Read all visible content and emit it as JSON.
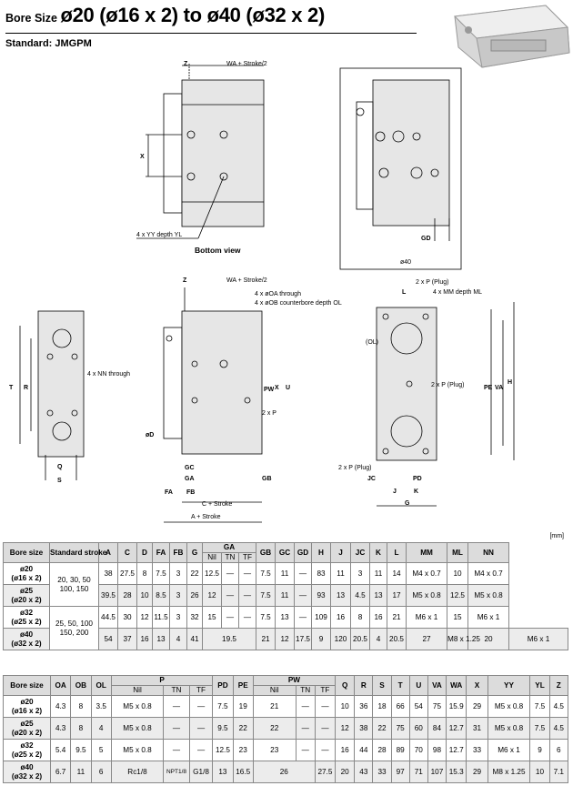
{
  "header": {
    "prefix": "Bore Size ",
    "title": "ø20 (ø16 x 2) to ø40 (ø32 x 2)",
    "standard": "Standard: JMGPM"
  },
  "drawing_labels": {
    "bottom_view": "Bottom view",
    "d40": "ø40",
    "Z": "Z",
    "WA_stroke": "WA + Stroke/2",
    "X": "X",
    "YY_label": "4 x YY depth YL",
    "GD": "GD",
    "OA_label": "4 x øOA through",
    "OB_label": "4 x øOB counterbore depth OL",
    "NN_label": "4 x NN through",
    "T": "T",
    "R": "R",
    "Q": "Q",
    "S": "S",
    "PW": "PW",
    "U": "U",
    "P_label": "2 x P",
    "D": "øD",
    "GC": "GC",
    "GA": "GA",
    "GB": "GB",
    "FA": "FA",
    "FB": "FB",
    "C_stroke": "C + Stroke",
    "A_stroke": "A + Stroke",
    "P_plug": "2 x P (Plug)",
    "MM_label": "4 x MM depth ML",
    "L": "L",
    "OL": "(OL)",
    "PE": "PE",
    "VA": "VA",
    "H": "H",
    "JC": "JC",
    "PD": "PD",
    "J": "J",
    "K": "K",
    "G": "G"
  },
  "unit": "[mm]",
  "table1": {
    "head1": [
      "Bore size",
      "Standard stroke",
      "A",
      "C",
      "D",
      "FA",
      "FB",
      "G",
      "GA",
      "GB",
      "GC",
      "GD",
      "H",
      "J",
      "JC",
      "K",
      "L",
      "MM",
      "ML",
      "NN"
    ],
    "head2": [
      "Nil",
      "TN",
      "TF"
    ],
    "rows": [
      {
        "bore": "ø20",
        "sub": "(ø16 x 2)",
        "stroke": "20, 30, 50 100, 150",
        "v": [
          "38",
          "27.5",
          "8",
          "7.5",
          "3",
          "22",
          "12.5",
          "—",
          "—",
          "7.5",
          "11",
          "—",
          "83",
          "11",
          "3",
          "11",
          "14",
          "M4 x 0.7",
          "10",
          "M4 x 0.7"
        ]
      },
      {
        "bore": "ø25",
        "sub": "(ø20 x 2)",
        "v": [
          "39.5",
          "28",
          "10",
          "8.5",
          "3",
          "26",
          "12",
          "—",
          "—",
          "7.5",
          "11",
          "—",
          "93",
          "13",
          "4.5",
          "13",
          "17",
          "M5 x 0.8",
          "12.5",
          "M5 x 0.8"
        ]
      },
      {
        "bore": "ø32",
        "sub": "(ø25 x 2)",
        "stroke": "25, 50, 100 150, 200",
        "v": [
          "44.5",
          "30",
          "12",
          "11.5",
          "3",
          "32",
          "15",
          "—",
          "—",
          "7.5",
          "13",
          "—",
          "109",
          "16",
          "8",
          "16",
          "21",
          "M6 x 1",
          "15",
          "M6 x 1"
        ]
      },
      {
        "bore": "ø40",
        "sub": "(ø32 x 2)",
        "v": [
          "54",
          "37",
          "16",
          "13",
          "4",
          "41",
          "19.5",
          "21",
          "12",
          "17.5",
          "9",
          "120",
          "20.5",
          "4",
          "20.5",
          "27",
          "M8 x 1.25",
          "20",
          "M6 x 1"
        ]
      }
    ]
  },
  "table2": {
    "head1": [
      "Bore size",
      "OA",
      "OB",
      "OL",
      "P",
      "PD",
      "PE",
      "PW",
      "Q",
      "R",
      "S",
      "T",
      "U",
      "VA",
      "WA",
      "X",
      "YY",
      "YL",
      "Z"
    ],
    "head2": [
      "Nil",
      "TN",
      "TF",
      "Nil",
      "TN",
      "TF"
    ],
    "rows": [
      {
        "bore": "ø20",
        "sub": "(ø16 x 2)",
        "v": [
          "4.3",
          "8",
          "3.5",
          "M5 x 0.8",
          "—",
          "—",
          "7.5",
          "19",
          "21",
          "—",
          "—",
          "10",
          "36",
          "18",
          "66",
          "54",
          "75",
          "15.9",
          "29",
          "M5 x 0.8",
          "7.5",
          "4.5"
        ]
      },
      {
        "bore": "ø25",
        "sub": "(ø20 x 2)",
        "v": [
          "4.3",
          "8",
          "4",
          "M5 x 0.8",
          "—",
          "—",
          "9.5",
          "22",
          "22",
          "—",
          "—",
          "12",
          "38",
          "22",
          "75",
          "60",
          "84",
          "12.7",
          "31",
          "M5 x 0.8",
          "7.5",
          "4.5"
        ]
      },
      {
        "bore": "ø32",
        "sub": "(ø25 x 2)",
        "v": [
          "5.4",
          "9.5",
          "5",
          "M5 x 0.8",
          "—",
          "—",
          "12.5",
          "23",
          "23",
          "—",
          "—",
          "16",
          "44",
          "28",
          "89",
          "70",
          "98",
          "12.7",
          "33",
          "M6 x 1",
          "9",
          "6"
        ]
      },
      {
        "bore": "ø40",
        "sub": "(ø32 x 2)",
        "v": [
          "6.7",
          "11",
          "6",
          "Rc1/8",
          "NPT1/8",
          "G1/8",
          "13",
          "16.5",
          "26",
          "27.5",
          "20",
          "43",
          "33",
          "97",
          "71",
          "107",
          "15.3",
          "29",
          "M8 x 1.25",
          "10",
          "7.1"
        ]
      }
    ]
  }
}
